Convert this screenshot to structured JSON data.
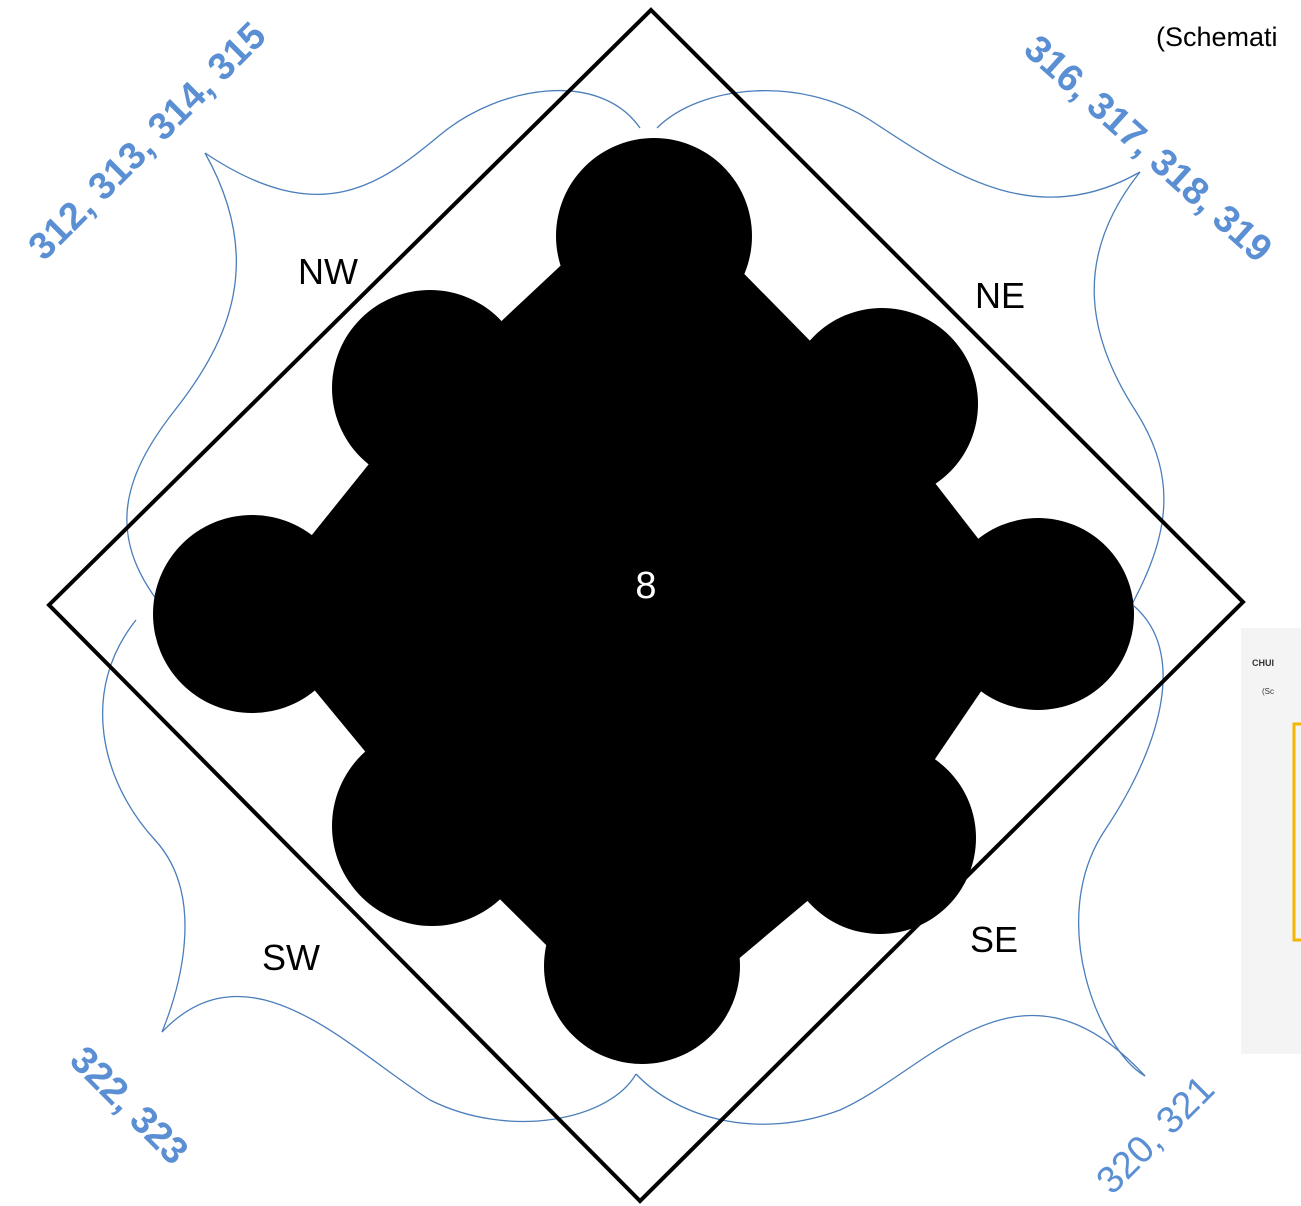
{
  "caption": "(Schemati",
  "center_label": "8",
  "directions": {
    "nw": "NW",
    "ne": "NE",
    "sw": "SW",
    "se": "SE"
  },
  "plot_labels": {
    "nw": "312, 313, 314, 315",
    "ne": "316, 317, 318, 319",
    "sw": "322, 323",
    "se": "320, 321"
  },
  "inset": {
    "title": "CHUI",
    "subtitle": "(Sc"
  },
  "colors": {
    "plot_label": "#5b8fd4",
    "arc": "#4a7ebb",
    "inset_frame": "#f2b705",
    "fill": "#000000"
  }
}
